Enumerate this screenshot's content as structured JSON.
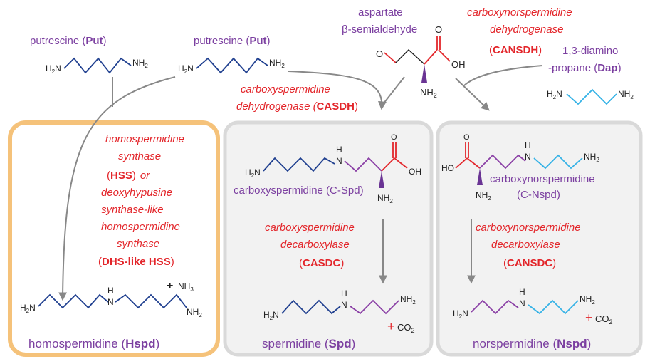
{
  "colors": {
    "metabolite": "#7b3fa0",
    "enzyme": "#e3262b",
    "hspd_panel_border": "#f5c27a",
    "panel_border": "#d9d9d9",
    "panel_fill": "#f3f3f3"
  },
  "top": {
    "put1_name": "putrescine (",
    "put1_abbr": "Put",
    "put1_close": ")",
    "put2_name": "putrescine (",
    "put2_abbr": "Put",
    "put2_close": ")",
    "aspartate_l1": "aspartate",
    "aspartate_l2": "β-semialdehyde",
    "cansdh_l1": "carboxynorspermidine",
    "cansdh_l2": "dehydrogenase",
    "cansdh_abbr": "CANSDH",
    "dap_l1": "1,3-diamino",
    "dap_l2_pre": "-propane (",
    "dap_abbr": "Dap",
    "dap_close": ")",
    "casdh_l1": "carboxyspermidine",
    "casdh_l2_pre": "dehydrogenase (",
    "casdh_abbr": "CASDH",
    "casdh_close": ")"
  },
  "hspd_panel": {
    "e1": "homospermidine",
    "e2": "synthase",
    "e3_abbr": "HSS",
    "e3_or": "or",
    "e4": "deoxyhypusine",
    "e5": "synthase-like",
    "e6": "homospermidine",
    "e7": "synthase",
    "e8_abbr": "DHS-like HSS",
    "product_name": "homospermidine (",
    "product_abbr": "Hspd",
    "product_close": ")",
    "byproduct": "NH",
    "plus": "+"
  },
  "spd_panel": {
    "intermediate": "carboxyspermidine (C-Spd)",
    "e1": "carboxyspermidine",
    "e2": "decarboxylase",
    "e3_abbr": "CASDC",
    "product_name": "spermidine (",
    "product_abbr": "Spd",
    "product_close": ")",
    "byproduct": "CO",
    "plus": "+"
  },
  "nspd_panel": {
    "intermediate_l1": "carboxynorspermidine",
    "intermediate_l2": "(C-Nspd)",
    "e1": "carboxynorspermidine",
    "e2": "decarboxylase",
    "e3_abbr": "CANSDC",
    "product_name": "norspermidine (",
    "product_abbr": "Nspd",
    "product_close": ")",
    "byproduct": "CO",
    "plus": "+"
  },
  "atoms": {
    "h2n": "H",
    "n": "N",
    "nh": "NH",
    "h": "H",
    "o": "O",
    "oh": "OH",
    "ho": "HO",
    "sub2": "2",
    "sub3": "3"
  }
}
